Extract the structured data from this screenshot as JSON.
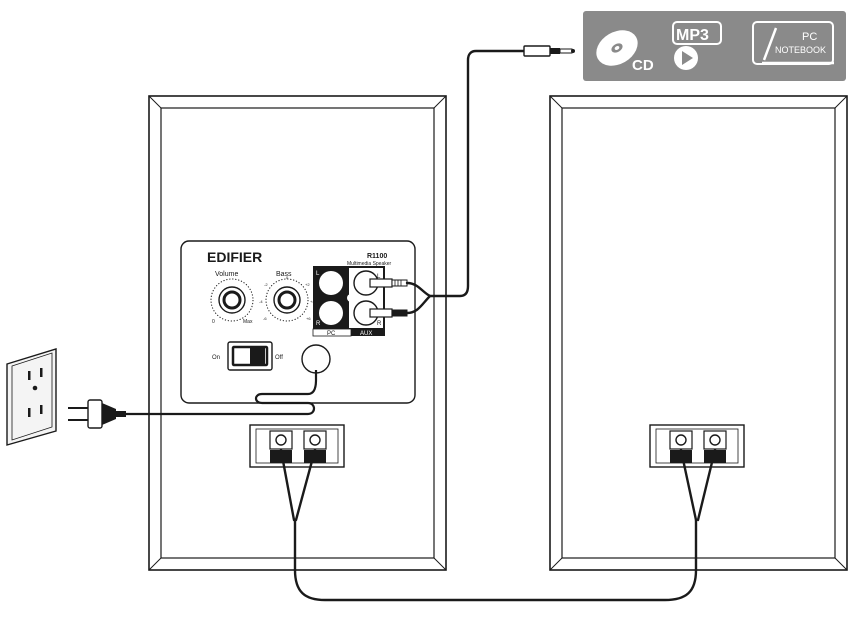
{
  "source_badges": {
    "cd": "CD",
    "mp3": "MP3",
    "pc": "PC",
    "notebook": "NOTEBOOK"
  },
  "panel": {
    "brand": "EDIFIER",
    "model": "R1100",
    "subtitle": "Multimedia Speaker",
    "volume_label": "Volume",
    "volume_min": "0",
    "volume_max": "Max",
    "bass_label": "Bass",
    "bass_scale": [
      "-6",
      "-4",
      "-2",
      "0",
      "+2",
      "+4",
      "+6"
    ],
    "switch_on": "On",
    "switch_off": "Off",
    "input_left": "L",
    "input_right": "R",
    "input_pc": "PC",
    "input_aux": "AUX"
  },
  "colors": {
    "line": "#1a1a1a",
    "badge_bg": "#8a8a8a",
    "badge_fg": "#ffffff",
    "panel_fill": "#ffffff",
    "outlet_fill": "#f4f4f4"
  }
}
